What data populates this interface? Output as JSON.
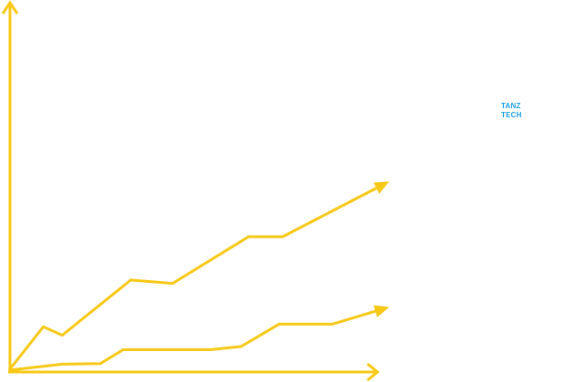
{
  "brand": {
    "line1": "TANZ",
    "line2": "TECH",
    "color": "#1a9fe0"
  },
  "colors": {
    "line": "#f7c815",
    "axis": "#f7c815"
  },
  "chart_data": {
    "type": "line",
    "title": "",
    "xlabel": "",
    "ylabel": "",
    "xlim": [
      0,
      100
    ],
    "ylim": [
      0,
      100
    ],
    "grid": false,
    "legend": "none",
    "series": [
      {
        "x": [
          0,
          9,
          14,
          32,
          43,
          63,
          72,
          100
        ],
        "y": [
          0,
          16.5,
          13.3,
          34.3,
          33,
          50.8,
          50.8,
          71.8
        ]
      },
      {
        "x": [
          0,
          14,
          24,
          30,
          53,
          61,
          71,
          85,
          100
        ],
        "y": [
          0,
          2.3,
          2.5,
          7.8,
          7.8,
          9,
          17.5,
          17.5,
          24
        ]
      }
    ]
  }
}
